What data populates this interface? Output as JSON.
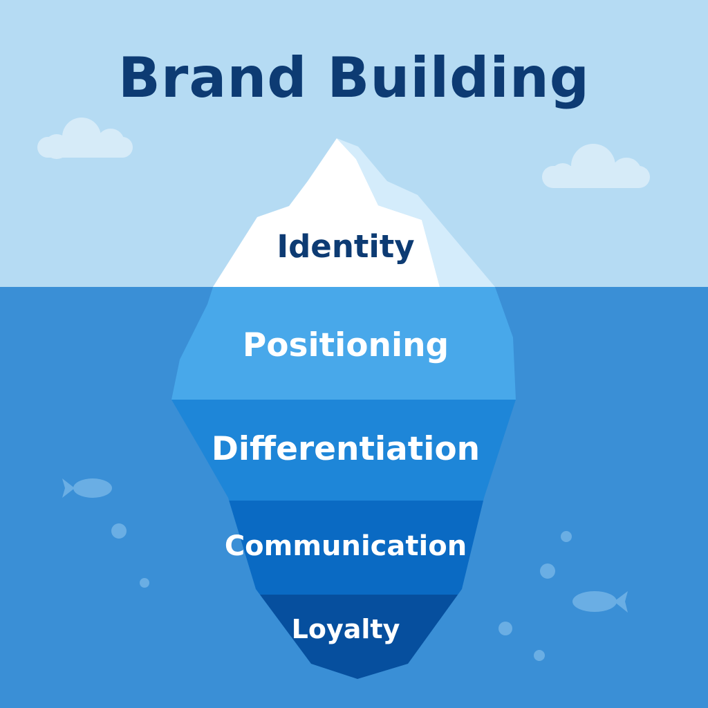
{
  "title": "Brand Building",
  "layers": [
    {
      "label": "Identity",
      "color": "#ffffff"
    },
    {
      "label": "Positioning",
      "color": "#48a8ea"
    },
    {
      "label": "Differentiation",
      "color": "#1e86d8"
    },
    {
      "label": "Communication",
      "color": "#0a6ac3"
    },
    {
      "label": "Loyalty",
      "color": "#064f9e"
    }
  ],
  "colors": {
    "sky": "#b5dbf3",
    "water": "#3a8fd6",
    "title": "#0d3b73",
    "cloud": "#d6ebf8",
    "fish": "#6aaee4"
  }
}
